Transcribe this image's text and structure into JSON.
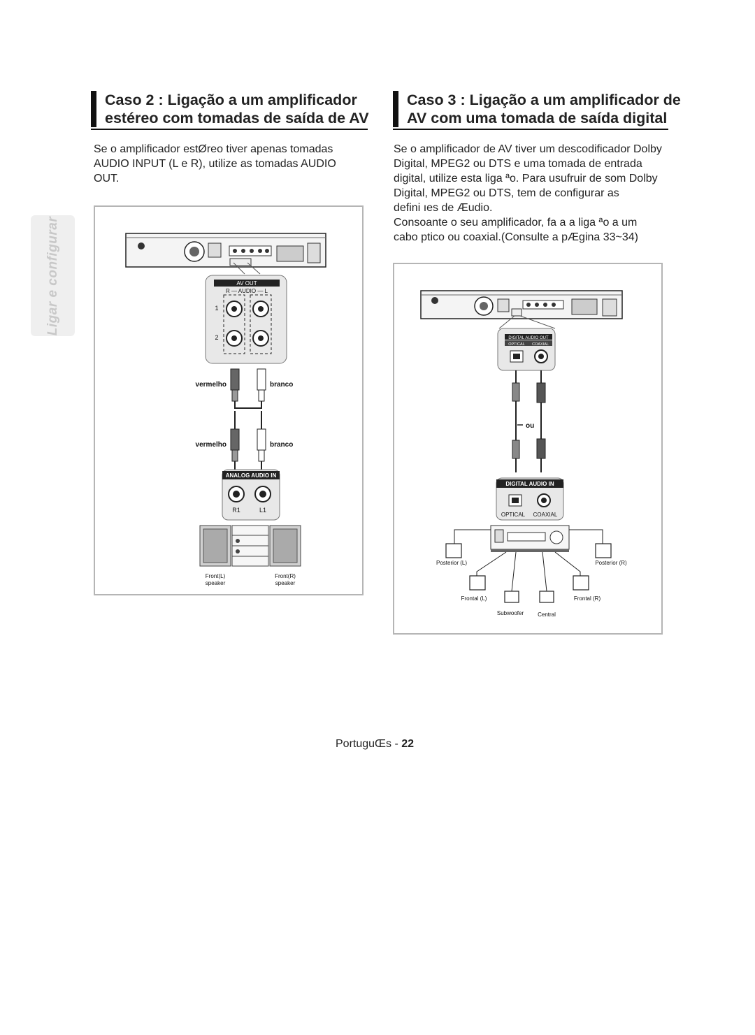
{
  "side_tab": {
    "label": "Ligar e configurar"
  },
  "case2": {
    "title_line1": "Caso 2 : Ligação a um amplificador",
    "title_line2": "estéreo com tomadas de saída de AV",
    "body": [
      "Se o amplificador estØreo tiver apenas tomadas",
      "AUDIO INPUT (L e R), utilize as tomadas AUDIO",
      "OUT."
    ],
    "diagram": {
      "av_out": "AV OUT",
      "audio": "R — AUDIO — L",
      "row1": "1",
      "row2": "2",
      "left_color_top": "vermelho",
      "right_color_top": "branco",
      "left_color_bottom": "vermelho",
      "right_color_bottom": "branco",
      "analog_in": "ANALOG AUDIO IN",
      "jack_r": "R1",
      "jack_l": "L1",
      "front_l": "Front(L)",
      "front_r": "Front(R)",
      "speaker_l": "speaker",
      "speaker_r": "speaker"
    }
  },
  "case3": {
    "title_line1": "Caso 3 : Ligação a um amplificador de",
    "title_line2": "AV com uma tomada de saída digital",
    "body": [
      "Se o amplificador de AV tiver um descodificador Dolby",
      "Digital, MPEG2 ou DTS e uma tomada de entrada",
      "digital, utilize esta liga ªo. Para usufruir de som Dolby",
      "Digital, MPEG2 ou DTS, tem de configurar as",
      "defini ıes de Æudio.",
      "Consoante o seu amplificador, fa a a liga ªo a um",
      "cabo  ptico ou coaxial.(Consulte a pÆgina 33~34)"
    ],
    "diagram": {
      "digital_audio_out": "DIGITAL AUDIO OUT",
      "optical_top": "OPTICAL",
      "coaxial_top": "COAXIAL",
      "or": "ou",
      "digital_audio_in": "DIGITAL AUDIO IN",
      "optical_bottom": "OPTICAL",
      "coaxial_bottom": "COAXIAL",
      "rear_l": "Posterior (L)",
      "rear_r": "Posterior (R)",
      "front_l": "Frontal (L)",
      "front_r": "Frontal (R)",
      "subwoofer": "Subwoofer",
      "center": "Central"
    }
  },
  "footer": {
    "language": "PortuguŒs -",
    "page": "22"
  }
}
